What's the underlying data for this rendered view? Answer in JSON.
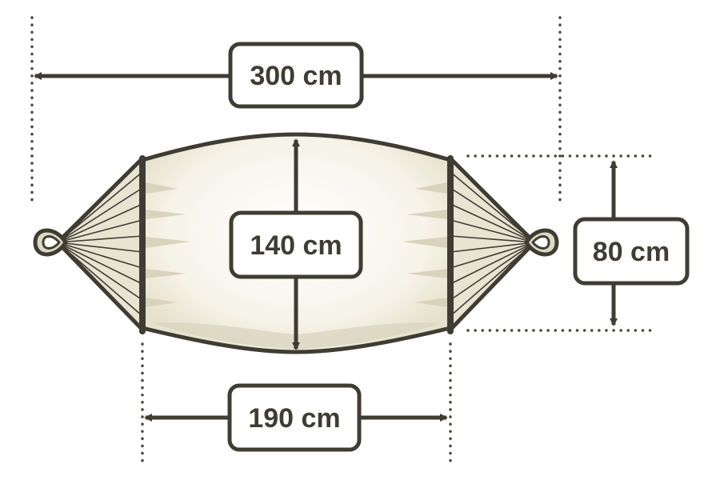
{
  "colors": {
    "outline": "#3f3d33",
    "fabric": "#f7f4ea",
    "fabric_shade": "#d8d3bd",
    "guide_dots": "#4a4840",
    "label_bg": "#ffffff"
  },
  "dimensions": {
    "total_length": "300 cm",
    "bed_width": "140 cm",
    "bed_length": "190 cm",
    "spreader_width": "80 cm"
  }
}
